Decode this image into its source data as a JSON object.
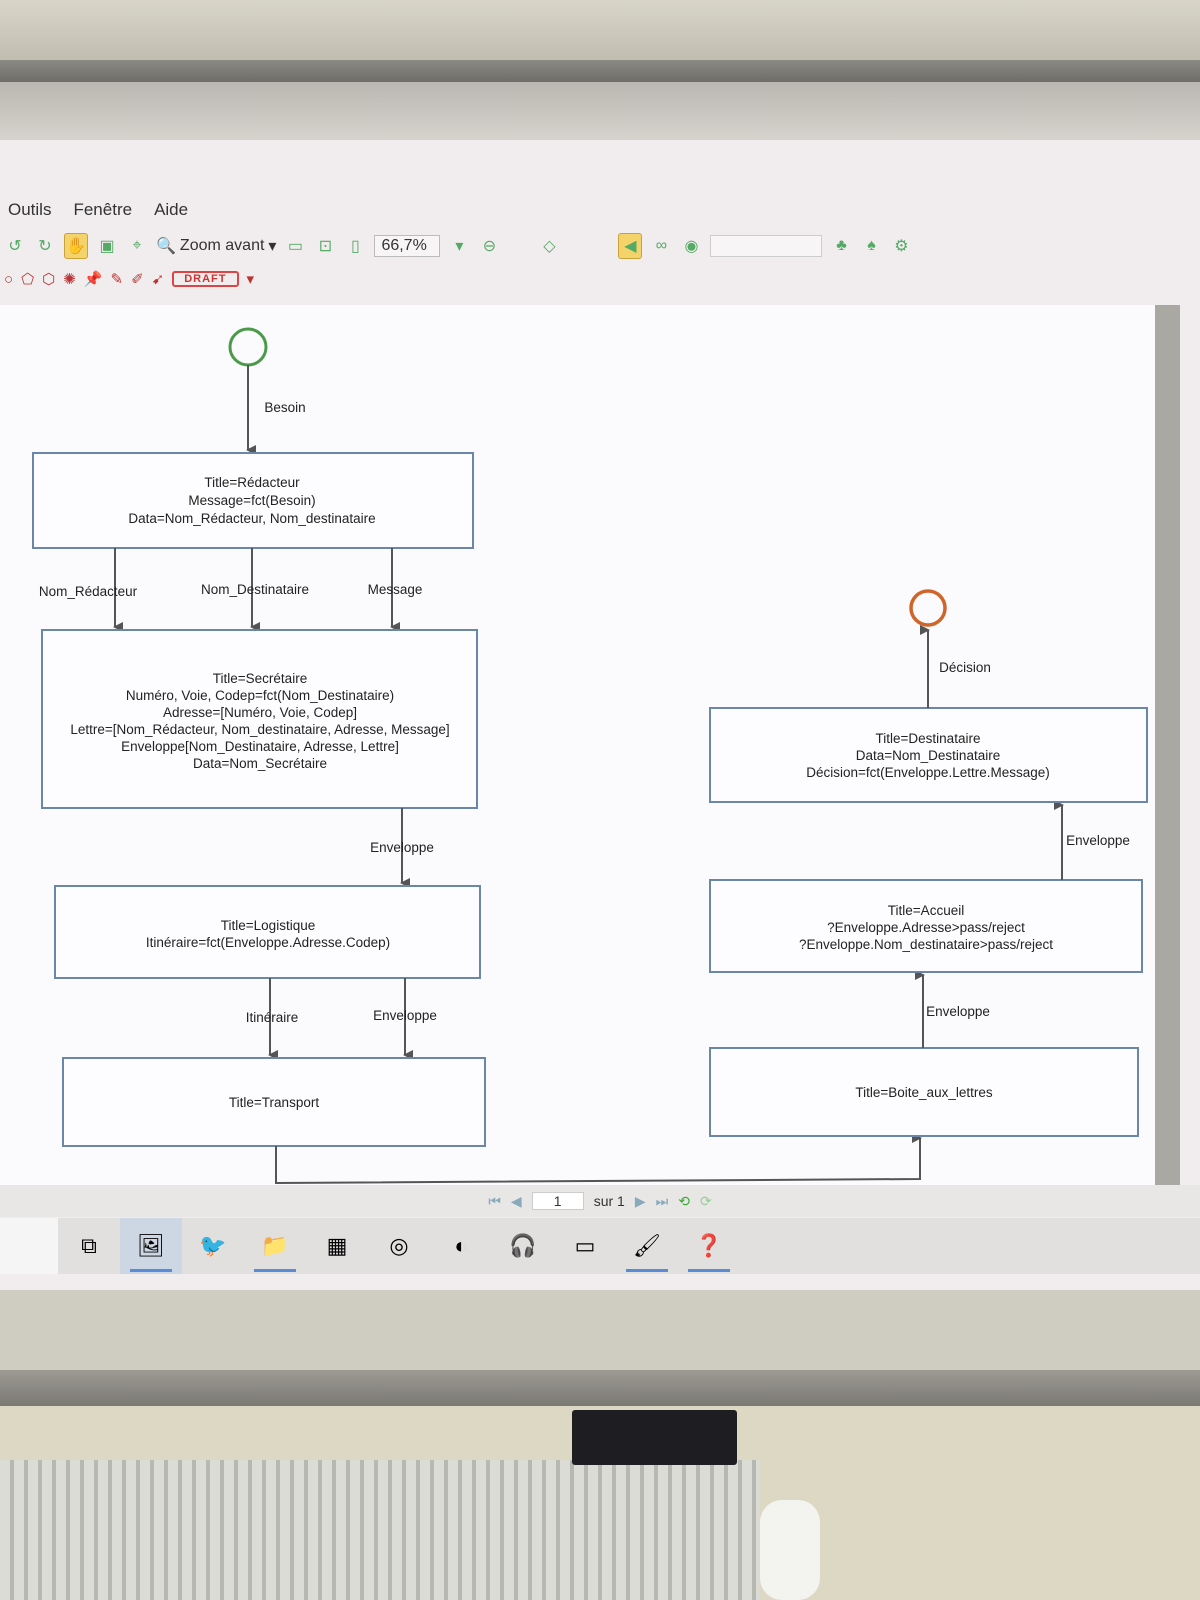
{
  "menu": {
    "items": [
      "Outils",
      "Fenêtre",
      "Aide"
    ]
  },
  "toolbar": {
    "zoom_label": "Zoom avant",
    "zoom_value": "66,7%",
    "draft_label": "DRAFT"
  },
  "diagram": {
    "edge_labels": {
      "besoin": "Besoin",
      "nom_redacteur": "Nom_Rédacteur",
      "nom_destinataire": "Nom_Destinataire",
      "message": "Message",
      "enveloppe1": "Enveloppe",
      "itineraire": "Itinéraire",
      "enveloppe2": "Enveloppe",
      "enveloppe3": "Enveloppe",
      "enveloppe4": "Enveloppe",
      "decision": "Décision"
    },
    "boxes": {
      "redacteur": [
        "Title=Rédacteur",
        "Message=fct(Besoin)",
        "Data=Nom_Rédacteur, Nom_destinataire"
      ],
      "secretaire": [
        "Title=Secrétaire",
        "Numéro, Voie, Codep=fct(Nom_Destinataire)",
        "Adresse=[Numéro, Voie, Codep]",
        "Lettre=[Nom_Rédacteur, Nom_destinataire, Adresse, Message]",
        "Enveloppe[Nom_Destinataire, Adresse, Lettre]",
        "Data=Nom_Secrétaire"
      ],
      "logistique": [
        "Title=Logistique",
        "Itinéraire=fct(Enveloppe.Adresse.Codep)"
      ],
      "transport": [
        "Title=Transport"
      ],
      "destinataire": [
        "Title=Destinataire",
        "Data=Nom_Destinataire",
        "Décision=fct(Enveloppe.Lettre.Message)"
      ],
      "accueil": [
        "Title=Accueil",
        "?Enveloppe.Adresse>pass/reject",
        "?Enveloppe.Nom_destinataire>pass/reject"
      ],
      "boite": [
        "Title=Boite_aux_lettres"
      ]
    }
  },
  "navigation": {
    "page_current": "1",
    "page_total_label": "sur 1"
  },
  "taskbar": {
    "icons": [
      "task-view-icon",
      "pdf-editor-icon",
      "thunderbird-icon",
      "file-explorer-icon",
      "excel-icon",
      "chrome-icon",
      "edge-icon",
      "audio-app-icon",
      "terminal-icon",
      "image-editor-icon",
      "help-icon"
    ]
  }
}
